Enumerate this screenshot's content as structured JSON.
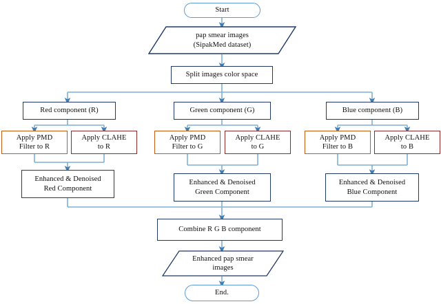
{
  "diagram": {
    "title": "Pap smear image enhancement flowchart",
    "colors": {
      "box_border": "#1F3864",
      "terminator_border": "#5B9BD5",
      "pmd_border": "#C55A11",
      "clahe_border": "#8B2A2A",
      "connector": "#7FAFD4",
      "arrow": "#4E87B5",
      "text": "#0d0d0d",
      "background": "#ffffff"
    },
    "nodes": {
      "start": "Start",
      "input_data": "pap smear images\n(SipakMed dataset)",
      "split": "Split images color space",
      "red_component": "Red component (R)",
      "green_component": "Green component (G)",
      "blue_component": "Blue component (B)",
      "pmd_r": "Apply PMD\nFilter to R",
      "clahe_r": "Apply CLAHE\nto R",
      "pmd_g": "Apply PMD\nFilter to G",
      "clahe_g": "Apply CLAHE\nto G",
      "pmd_b": "Apply PMD\nFilter to B",
      "clahe_b": "Apply CLAHE\nto B",
      "enhanced_red": "Enhanced & Denoised\nRed Component",
      "enhanced_green": "Enhanced & Denoised\nGreen Component",
      "enhanced_blue": "Enhanced & Denoised\nBlue Component",
      "combine": "Combine R G B component",
      "output_data": "Enhanced pap smear\nimages",
      "end": "End."
    }
  }
}
